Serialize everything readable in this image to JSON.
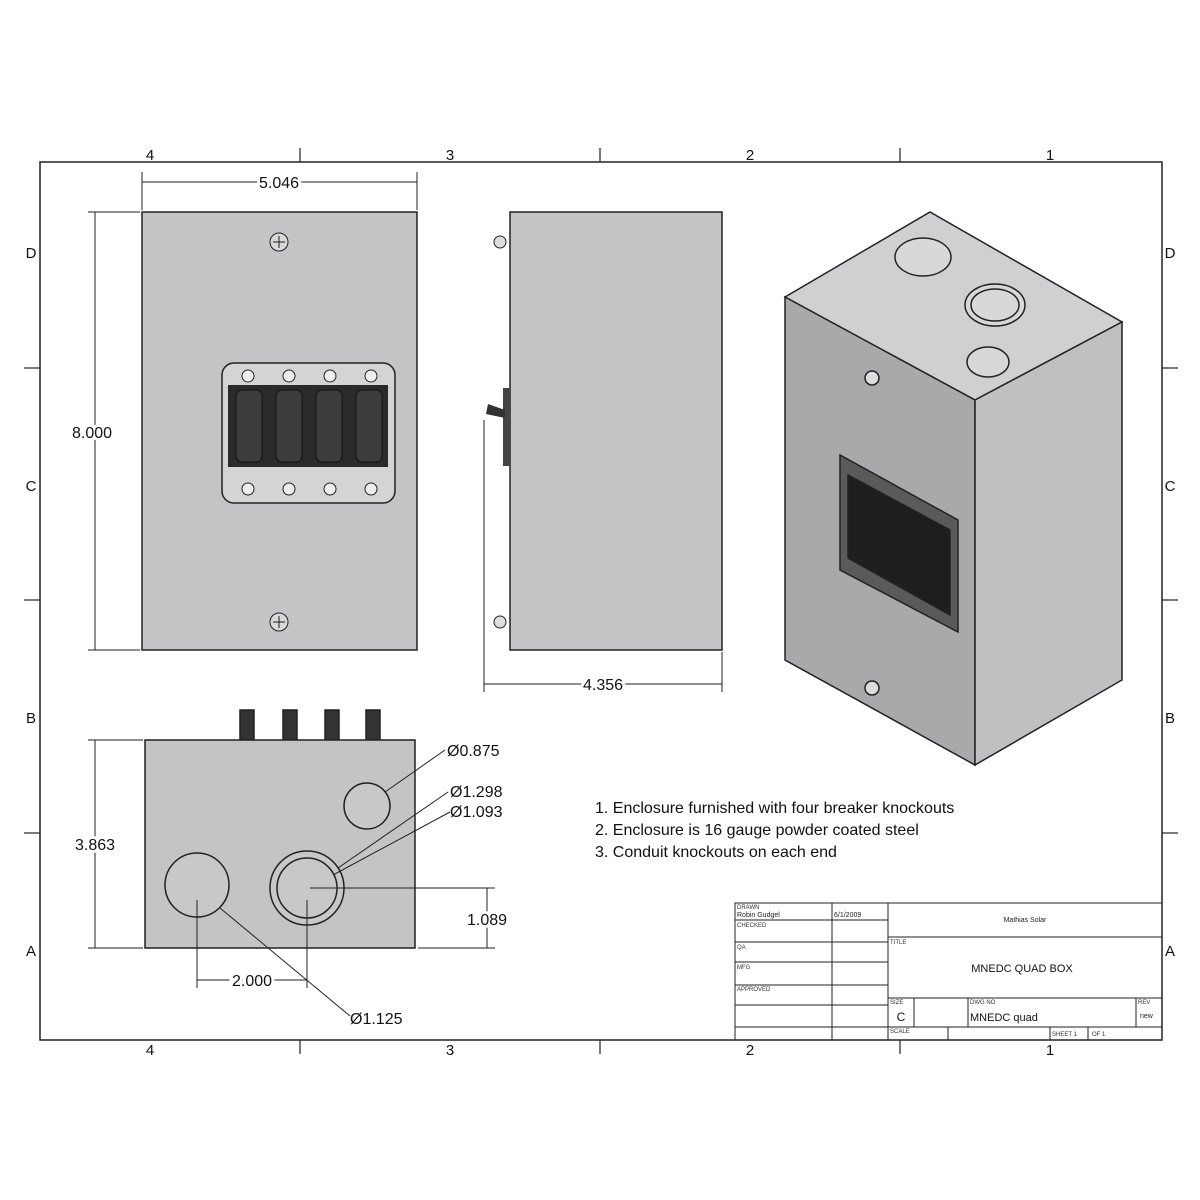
{
  "zones": {
    "columns": [
      "4",
      "3",
      "2",
      "1"
    ],
    "rows": [
      "D",
      "C",
      "B",
      "A"
    ]
  },
  "dimensions": {
    "front_width": "5.046",
    "front_height": "8.000",
    "side_depth": "4.356",
    "end_height": "3.863",
    "ko_small": "Ø0.875",
    "ko_large_outer": "Ø1.298",
    "ko_large_inner": "Ø1.093",
    "ko_offset_height": "1.089",
    "ko_spacing": "2.000",
    "ko_medium": "Ø1.125"
  },
  "notes": [
    "1. Enclosure furnished with four breaker knockouts",
    "2. Enclosure is 16 gauge powder coated steel",
    "3. Conduit knockouts on each end"
  ],
  "title_block": {
    "drawn_label": "DRAWN",
    "drawn_by": "Robin Gudgel",
    "drawn_date": "6/1/2009",
    "checked_label": "CHECKED",
    "qa_label": "QA",
    "mfg_label": "MFG",
    "approved_label": "APPROVED",
    "company": "Mathias Solar",
    "title_label": "TITLE",
    "title": "MNEDC QUAD BOX",
    "size_label": "SIZE",
    "size": "C",
    "dwg_no_label": "DWG NO",
    "dwg_no": "MNEDC quad",
    "rev_label": "REV",
    "rev": "new",
    "scale_label": "SCALE",
    "sheet_label": "SHEET 1",
    "of_label": "OF 1"
  }
}
